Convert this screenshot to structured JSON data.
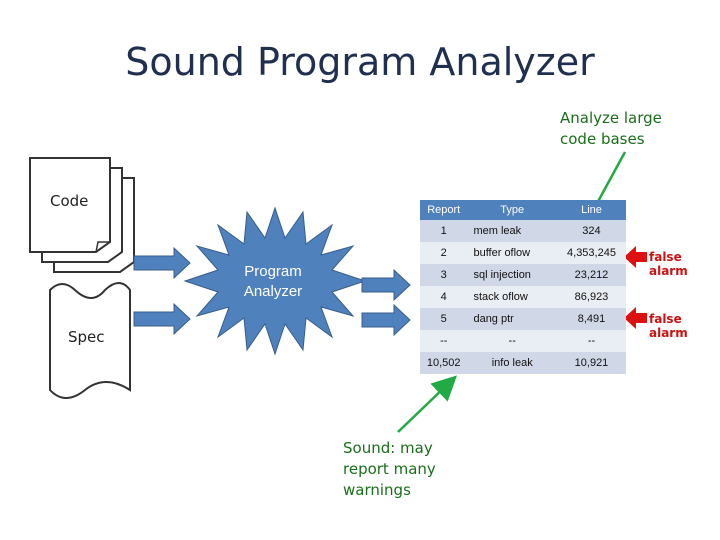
{
  "title": "Sound Program Analyzer",
  "note_top": "Analyze large code bases",
  "note_bottom": "Sound: may report many warnings",
  "code_label": "Code",
  "spec_label": "Spec",
  "analyzer_label": "Program Analyzer",
  "false_alarm_1": "false alarm",
  "false_alarm_2": "false alarm",
  "colors": {
    "accent_blue": "#4f81bd",
    "note_green": "#1a6e1a",
    "alarm_red": "#cc1111"
  },
  "table": {
    "headers": [
      "Report",
      "Type",
      "Line"
    ],
    "rows": [
      [
        "1",
        "mem leak",
        "324"
      ],
      [
        "2",
        "buffer oflow",
        "4,353,245"
      ],
      [
        "3",
        "sql injection",
        "23,212"
      ],
      [
        "4",
        "stack oflow",
        "86,923"
      ],
      [
        "5",
        "dang ptr",
        "8,491"
      ],
      [
        "--",
        "--",
        "--"
      ],
      [
        "10,502",
        "info leak",
        "10,921"
      ]
    ]
  }
}
